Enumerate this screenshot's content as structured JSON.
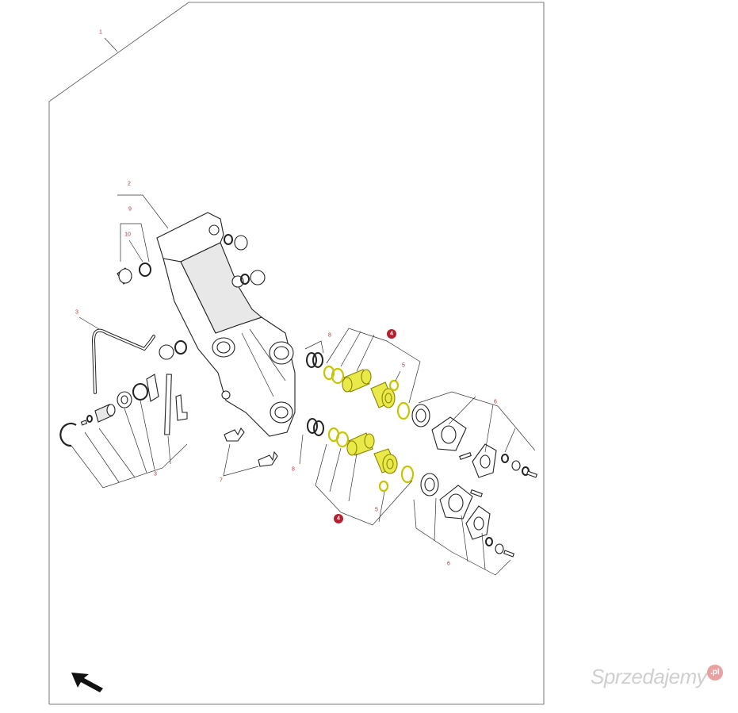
{
  "callouts": {
    "c1": "1",
    "c2": "2",
    "c3a": "3",
    "c3b": "3",
    "c4a": "4",
    "c4b": "4",
    "c5a": "5",
    "c5b": "5",
    "c6a": "6",
    "c6b": "6",
    "c7": "7",
    "c8a": "8",
    "c8b": "8",
    "c9": "9",
    "c10": "10"
  },
  "highlight_callouts": [
    "4"
  ],
  "colors": {
    "highlight": "#e9e94a",
    "callout_text": "#b03030",
    "callout_badge": "#b52030",
    "frame": "#555555"
  },
  "icons": {
    "orientation_arrow": "arrow-up-left-icon"
  },
  "watermark": {
    "text": "Sprzedajemy",
    "badge": ".pl"
  }
}
